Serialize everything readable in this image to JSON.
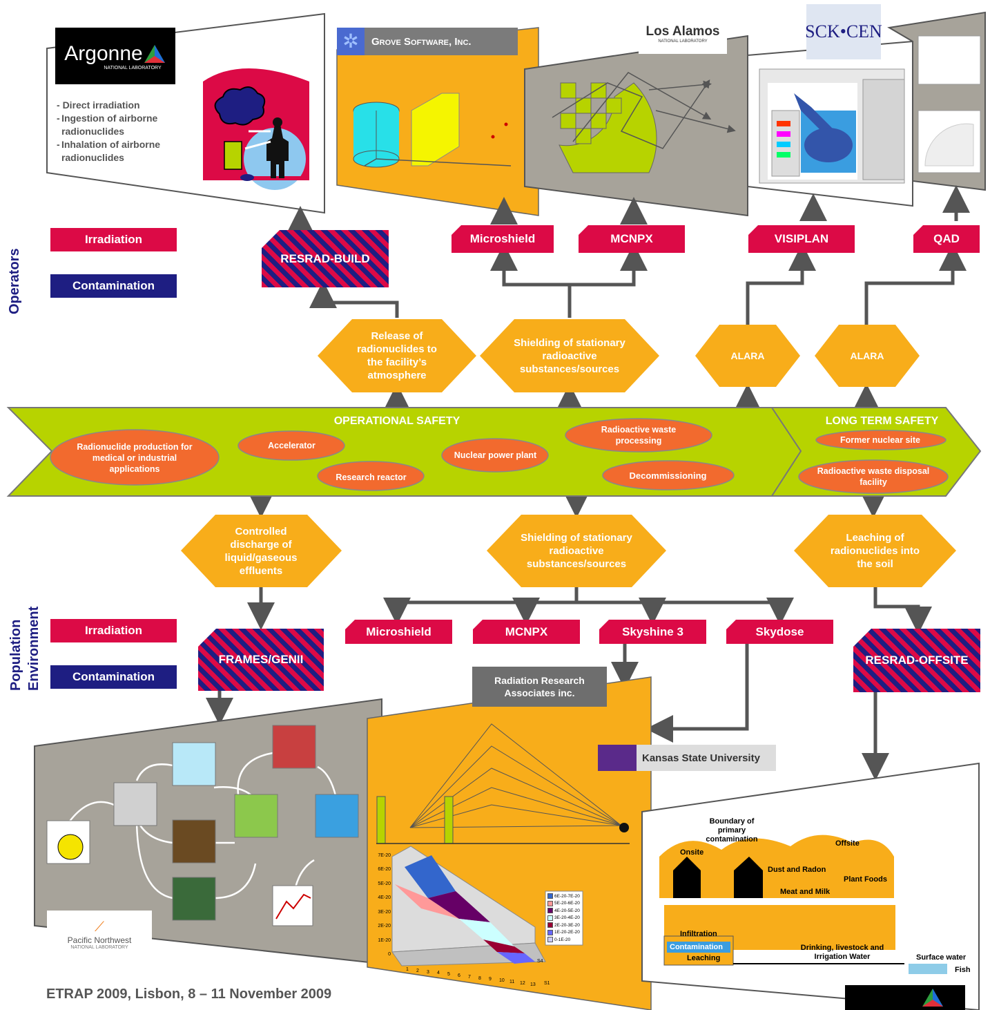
{
  "side_labels": {
    "operators": "Operators",
    "population": "Population",
    "environment": "Environment"
  },
  "legend": {
    "irradiation": "Irradiation",
    "contamination": "Contamination"
  },
  "logos": {
    "argonne": "Argonne",
    "argonne_sub": "NATIONAL LABORATORY",
    "grove": "Grove Software, Inc.",
    "losalamos": "Los Alamos",
    "losalamos_sub": "NATIONAL LABORATORY",
    "sckcen": "SCK•CEN",
    "rra": "Radiation Research Associates inc.",
    "kansas": "Kansas State University",
    "pnnl": "Pacific Northwest",
    "pnnl_sub": "NATIONAL LABORATORY"
  },
  "argonne_list": [
    "Direct irradiation",
    "Ingestion of airborne radionuclides",
    "Inhalation of airborne radionuclides"
  ],
  "codes_top": {
    "resrad_build": "RESRAD-BUILD",
    "microshield": "Microshield",
    "mcnpx": "MCNPX",
    "visiplan": "VISIPLAN",
    "qad": "QAD"
  },
  "hex_top": {
    "release": "Release of radionuclides to the facility’s atmosphere",
    "shielding": "Shielding of stationary radioactive substances/sources",
    "alara1": "ALARA",
    "alara2": "ALARA"
  },
  "bands": {
    "operational": "OPERATIONAL SAFETY",
    "longterm": "LONG TERM SAFETY"
  },
  "ellipses": {
    "radionuclide": "Radionuclide production for medical or industrial applications",
    "accelerator": "Accelerator",
    "research": "Research reactor",
    "nuclear": "Nuclear power plant",
    "waste_processing": "Radioactive waste processing",
    "decommissioning": "Decommissioning",
    "former": "Former nuclear site",
    "disposal": "Radioactive waste disposal facility"
  },
  "hex_bottom": {
    "discharge": "Controlled discharge of liquid/gaseous effluents",
    "shielding": "Shielding of stationary radioactive substances/sources",
    "leaching": "Leaching of radionuclides into the soil"
  },
  "codes_bottom": {
    "frames": "FRAMES/GENII",
    "microshield": "Microshield",
    "mcnpx": "MCNPX",
    "skyshine": "Skyshine 3",
    "skydose": "Skydose",
    "resrad_offsite": "RESRAD-OFFSITE"
  },
  "resrad_diagram": {
    "boundary": "Boundary of primary contamination",
    "onsite": "Onsite",
    "offsite": "Offsite",
    "dust": "Dust and Radon",
    "meat": "Meat and Milk",
    "plant": "Plant Foods",
    "infiltration": "Infiltration",
    "contamination": "Contamination",
    "leaching": "Leaching",
    "drinking": "Drinking, livestock and Irrigation Water",
    "surface": "Surface water",
    "fish": "Fish"
  },
  "chart": {
    "y_ticks": [
      "0",
      "1E-20",
      "2E-20",
      "3E-20",
      "4E-20",
      "5E-20",
      "6E-20",
      "7E-20"
    ],
    "x_ticks": [
      "1",
      "2",
      "3",
      "4",
      "5",
      "6",
      "7",
      "8",
      "9",
      "10",
      "11",
      "12",
      "13"
    ],
    "s_ticks": [
      "S1",
      "S4"
    ],
    "legend": [
      "6E-20-7E-20",
      "5E-20-6E-20",
      "4E-20-5E-20",
      "3E-20-4E-20",
      "2E-20-3E-20",
      "1E-20-2E-20",
      "0-1E-20"
    ],
    "legend_colors": [
      "#3366cc",
      "#ff9999",
      "#660066",
      "#ccffff",
      "#990033",
      "#6666ff",
      "#ccccff"
    ]
  },
  "footer": "ETRAP 2009, Lisbon, 8 – 11 November 2009"
}
